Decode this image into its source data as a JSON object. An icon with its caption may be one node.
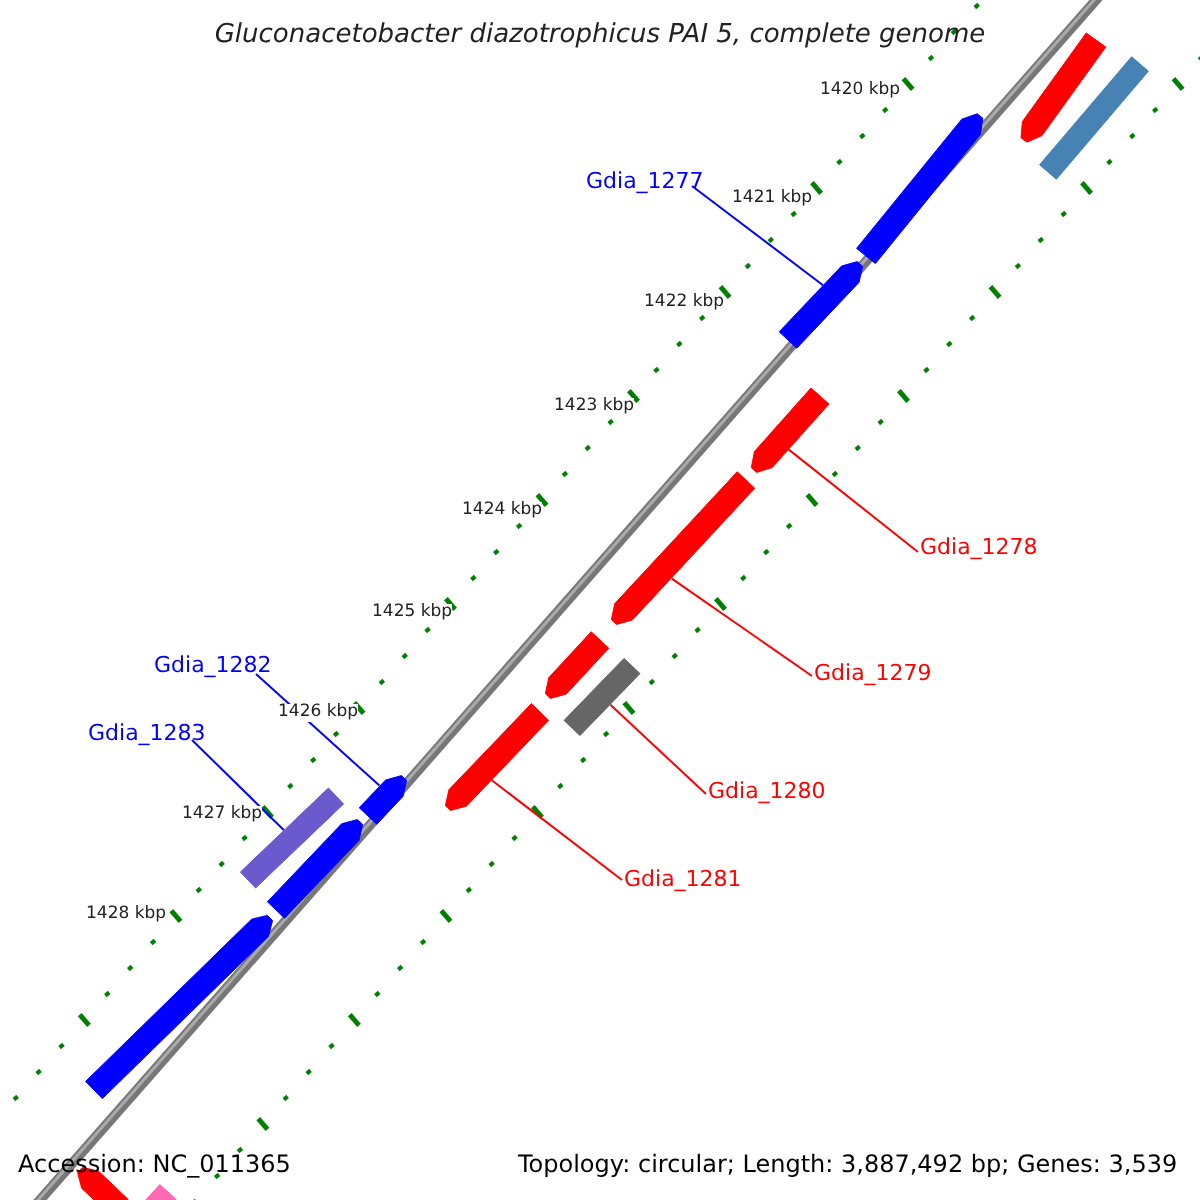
{
  "diagram": {
    "title": "Gluconacetobacter diazotrophicus PAI 5, complete genome",
    "nodes": [
      {
        "text": [],
        "shape": "arrow"
      },
      {
        "text": [],
        "shape": "bar"
      },
      {
        "text": [],
        "shape": "arrow"
      },
      {
        "text": [
          "Gdia_1277"
        ]
      },
      {
        "text": [],
        "shape": "arrow"
      },
      {
        "text": [],
        "shape": "arrow"
      },
      {
        "text": [
          "Gdia_1278"
        ]
      },
      {
        "text": [],
        "shape": "arrow"
      },
      {
        "text": [
          "Gdia_1279"
        ]
      },
      {
        "text": [
          "Gdia_1282"
        ]
      },
      {
        "text": [],
        "shape": "arrow"
      },
      {
        "text": [],
        "shape": "bar"
      },
      {
        "text": [
          "Gdia_1283"
        ]
      },
      {
        "text": [
          "Gdia_1280"
        ]
      },
      {
        "text": [],
        "shape": "arrow"
      },
      {
        "text": [],
        "shape": "arrow"
      },
      {
        "text": [],
        "shape": "bar"
      },
      {
        "text": [],
        "shape": "arrow"
      },
      {
        "text": [
          "Gdia_1281"
        ]
      },
      {
        "text": [],
        "shape": "arrow"
      },
      {
        "text": [],
        "shape": "arrow"
      },
      {
        "text": [],
        "shape": "bar"
      }
    ],
    "edges": [
      {
        "from": 3,
        "to": 4,
        "arrow": "none",
        "color": "#0000ff"
      },
      {
        "from": 6,
        "to": 5,
        "arrow": "none"
      },
      {
        "from": 8,
        "to": 7,
        "arrow": "none"
      },
      {
        "from": 13,
        "to": 11,
        "arrow": "none"
      },
      {
        "from": 18,
        "to": 14,
        "arrow": "none"
      },
      {
        "from": 9,
        "to": 15,
        "arrow": "none",
        "color": "#0000ff"
      },
      {
        "from": 12,
        "to": 16,
        "arrow": "none",
        "color": "#0000ff"
      }
    ],
    "labels": [
      "1420 kbp",
      "1421 kbp",
      "1422 kbp",
      "1423 kbp",
      "1424 kbp",
      "1425 kbp",
      "1426 kbp",
      "1427 kbp",
      "1428 kbp",
      "Accession: NC_011365",
      "Topology: circular; Length: 3,887,492 bp; Genes: 3,539"
    ]
  }
}
